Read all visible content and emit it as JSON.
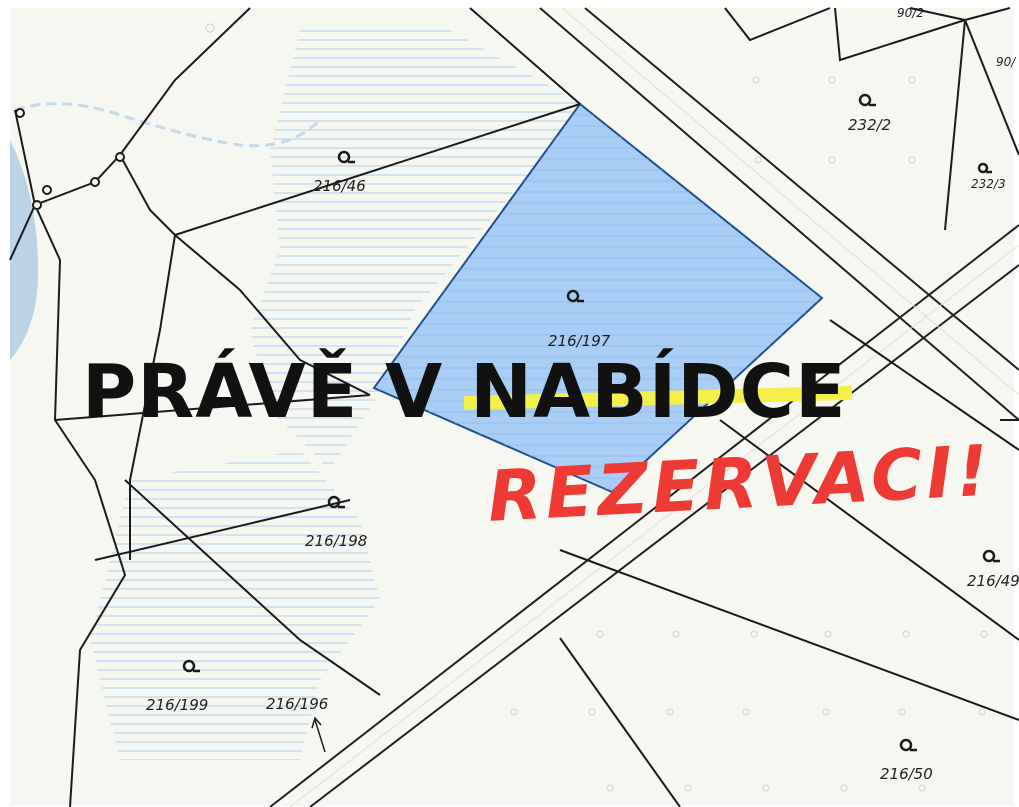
{
  "headline": {
    "prefix": "PRÁVĚ V ",
    "struck_word": "NABÍDCE",
    "correction": "REZERVACI!"
  },
  "parcels": {
    "p216_46": "216/46",
    "p216_197": "216/197",
    "p216_198": "216/198",
    "p216_199": "216/199",
    "p216_196": "216/196",
    "p216_49": "216/49",
    "p216_50": "216/50",
    "p232_2": "232/2",
    "p232_3": "232/3",
    "p90_2": "90/2",
    "p90_x": "90/"
  },
  "colors": {
    "highlight_fill": "#a9cdf5",
    "highlight_stroke": "#1f4f8f",
    "hatch": "#bcd8ee",
    "strike_marker": "#f4f04a",
    "correction_text": "#ee3a34",
    "map_background": "#f7f7f1"
  }
}
